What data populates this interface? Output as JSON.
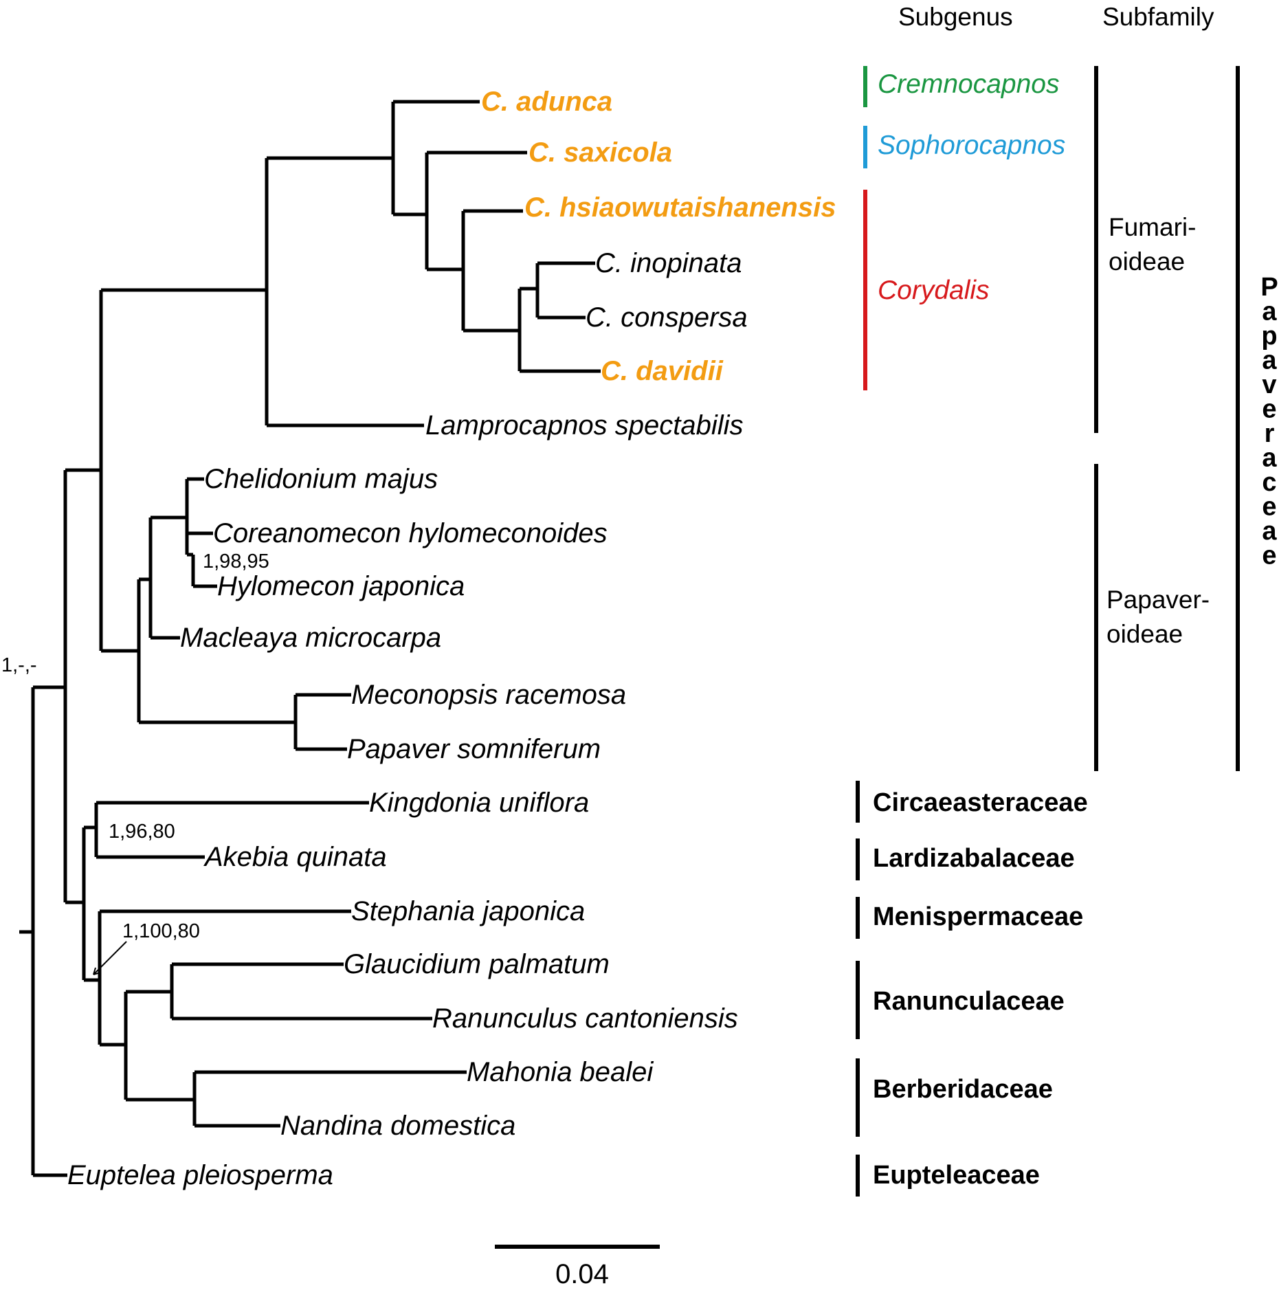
{
  "headers": {
    "subgenus": "Subgenus",
    "subfamily": "Subfamily"
  },
  "taxa": [
    {
      "name": "C. adunca",
      "highlight": true
    },
    {
      "name": "C. saxicola",
      "highlight": true
    },
    {
      "name": "C. hsiaowutaishanensis",
      "highlight": true
    },
    {
      "name": "C. inopinata",
      "highlight": false
    },
    {
      "name": "C. conspersa",
      "highlight": false
    },
    {
      "name": "C. davidii",
      "highlight": true
    },
    {
      "name": "Lamprocapnos spectabilis",
      "highlight": false
    },
    {
      "name": "Chelidonium majus",
      "highlight": false
    },
    {
      "name": "Coreanomecon hylomeconoides",
      "highlight": false
    },
    {
      "name": "Hylomecon japonica",
      "highlight": false
    },
    {
      "name": "Macleaya microcarpa",
      "highlight": false
    },
    {
      "name": "Meconopsis racemosa",
      "highlight": false
    },
    {
      "name": "Papaver somniferum",
      "highlight": false
    },
    {
      "name": "Kingdonia uniflora",
      "highlight": false
    },
    {
      "name": "Akebia quinata",
      "highlight": false
    },
    {
      "name": "Stephania japonica",
      "highlight": false
    },
    {
      "name": "Glaucidium palmatum",
      "highlight": false
    },
    {
      "name": "Ranunculus cantoniensis",
      "highlight": false
    },
    {
      "name": "Mahonia bealei",
      "highlight": false
    },
    {
      "name": "Nandina domestica",
      "highlight": false
    },
    {
      "name": "Euptelea pleiosperma",
      "highlight": false
    }
  ],
  "support_values": [
    "1,-,-",
    "1,98,95",
    "1,96,80",
    "1,100,80"
  ],
  "subgenera": [
    {
      "name": "Cremnocapnos",
      "color": "#1a9641"
    },
    {
      "name": "Sophorocapnos",
      "color": "#1f9bd7"
    },
    {
      "name": "Corydalis",
      "color": "#d7191c"
    }
  ],
  "subfamilies": [
    {
      "line1": "Fumari-",
      "line2": "oideae"
    },
    {
      "line1": "Papaver-",
      "line2": "oideae"
    }
  ],
  "family_vertical": "Papaveraceae",
  "families": [
    "Circaeasteraceae",
    "Lardizabalaceae",
    "Menispermaceae",
    "Ranunculaceae",
    "Berberidaceae",
    "Eupteleaceae"
  ],
  "scale_bar": {
    "label": "0.04",
    "value": 0.04
  },
  "colors": {
    "highlight_taxon": "#f39c12",
    "line": "#000000"
  }
}
